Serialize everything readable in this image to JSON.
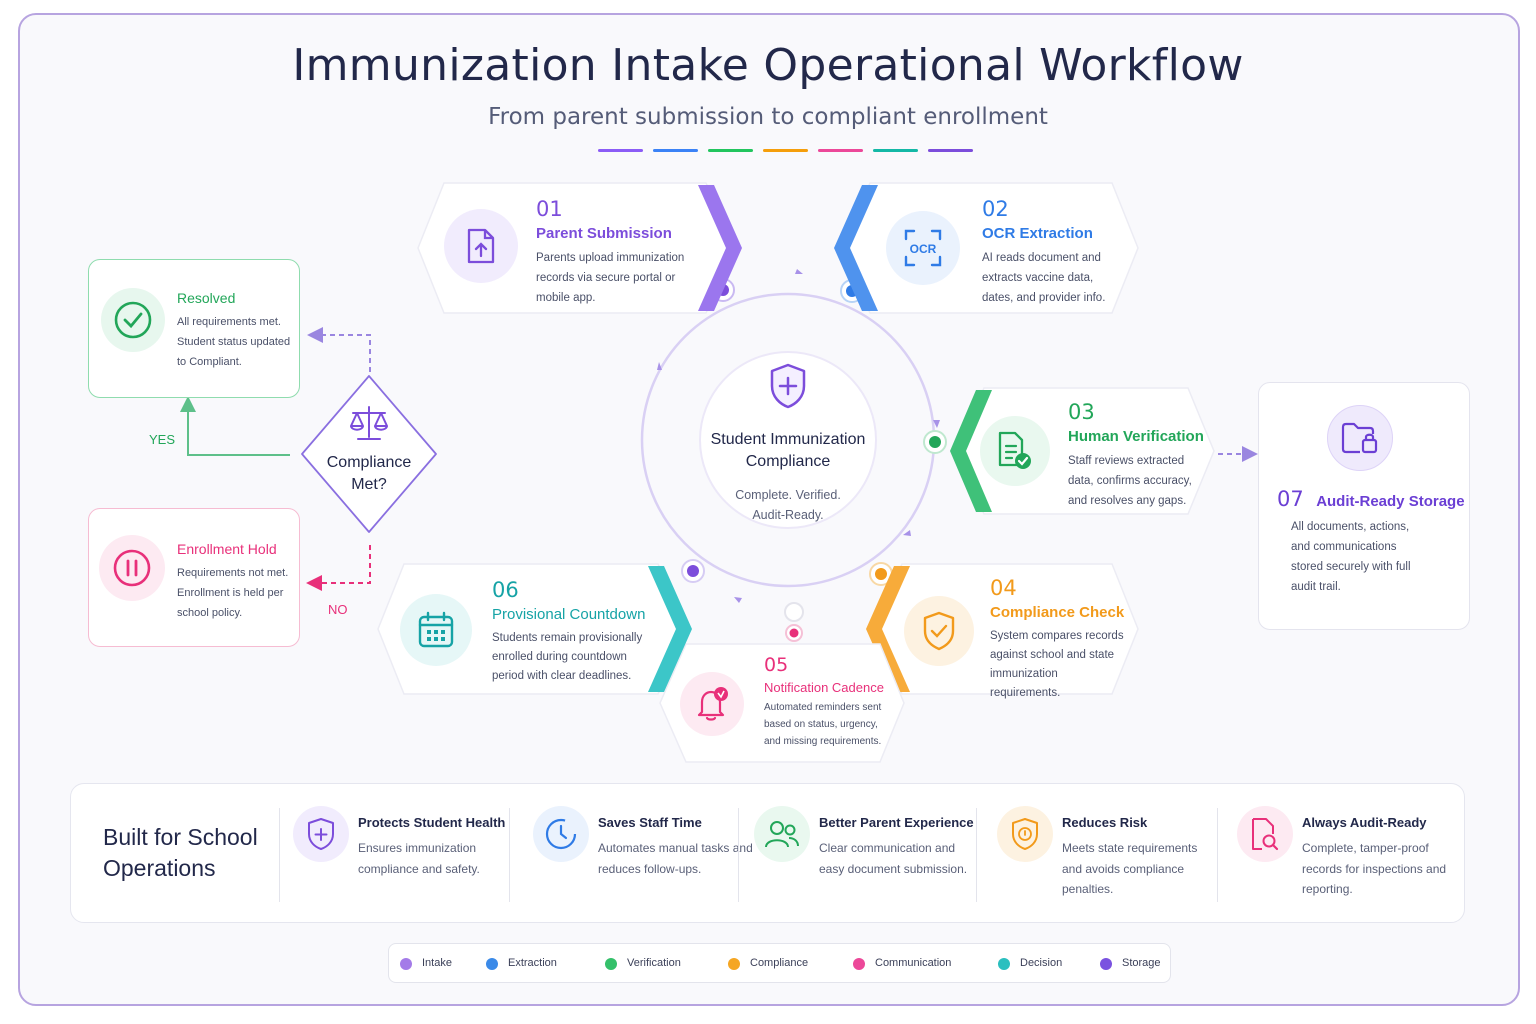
{
  "title": "Immunization Intake Operational Workflow",
  "subtitle": "From parent submission to compliant enrollment",
  "accent_colors": [
    "#8b5cf6",
    "#3b82f6",
    "#22c55e",
    "#f59e0b",
    "#ec4899",
    "#14b8a6",
    "#7c4ddb"
  ],
  "center": {
    "title": "Student Immunization Compliance",
    "desc": "Complete. Verified. Audit-Ready.",
    "icon": "shield-plus-icon"
  },
  "steps": [
    {
      "num": "01",
      "title": "Parent Submission",
      "desc": "Parents upload immunization records via secure portal or mobile app.",
      "icon": "upload-file-icon",
      "color": "#7c4ddb"
    },
    {
      "num": "02",
      "title": "OCR Extraction",
      "desc": "AI reads document and extracts vaccine data, dates, and provider info.",
      "icon": "ocr-scan-icon",
      "icon_text": "OCR",
      "color": "#2f7be6"
    },
    {
      "num": "03",
      "title": "Human Verification",
      "desc": "Staff reviews extracted data, confirms accuracy, and resolves any gaps.",
      "icon": "verified-document-icon",
      "color": "#22a659"
    },
    {
      "num": "04",
      "title": "Compliance Check",
      "desc": "System compares records against school and state immunization requirements.",
      "icon": "shield-check-icon",
      "color": "#f29a1b"
    },
    {
      "num": "05",
      "title": "Notification Cadence",
      "desc": "Automated reminders sent based on status, urgency, and missing requirements.",
      "icon": "bell-alert-icon",
      "color": "#e8307a"
    },
    {
      "num": "06",
      "title": "Provisional Countdown",
      "desc": "Students remain provisionally enrolled during countdown period with clear deadlines.",
      "icon": "calendar-icon",
      "color": "#16a3a6"
    },
    {
      "num": "07",
      "title": "Audit-Ready Storage",
      "desc": "All documents, actions, and communications stored securely with full audit trail.",
      "icon": "locked-folder-icon",
      "color": "#6b3fd4"
    }
  ],
  "decision": {
    "label": "Compliance Met?",
    "icon": "scales-icon",
    "yes_label": "YES",
    "no_label": "NO"
  },
  "resolved": {
    "title": "Resolved",
    "desc": "All requirements met. Student status updated to Compliant.",
    "icon": "check-circle-icon",
    "color": "#22a659"
  },
  "hold": {
    "title": "Enrollment Hold",
    "desc": "Requirements not met. Enrollment is held per school policy.",
    "icon": "pause-circle-icon",
    "color": "#e8307a"
  },
  "benefits": {
    "heading": "Built for School Operations",
    "items": [
      {
        "title": "Protects Student Health",
        "desc": "Ensures immunization compliance and safety.",
        "icon": "shield-plus-icon",
        "color": "#7c4ddb"
      },
      {
        "title": "Saves Staff Time",
        "desc": "Automates manual tasks and reduces follow-ups.",
        "icon": "clock-icon",
        "color": "#2f7be6"
      },
      {
        "title": "Better Parent Experience",
        "desc": "Clear communication and easy document submission.",
        "icon": "users-icon",
        "color": "#22a659"
      },
      {
        "title": "Reduces Risk",
        "desc": "Meets state requirements and avoids compliance penalties.",
        "icon": "shield-alert-icon",
        "color": "#f29a1b"
      },
      {
        "title": "Always Audit-Ready",
        "desc": "Complete, tamper-proof records for inspections and reporting.",
        "icon": "document-search-icon",
        "color": "#e8307a"
      }
    ]
  },
  "legend": [
    {
      "label": "Intake",
      "color": "#a47be8"
    },
    {
      "label": "Extraction",
      "color": "#3b8ae8"
    },
    {
      "label": "Verification",
      "color": "#34c06a"
    },
    {
      "label": "Compliance",
      "color": "#f5a623"
    },
    {
      "label": "Communication",
      "color": "#ec4899"
    },
    {
      "label": "Decision",
      "color": "#2bbfbf"
    },
    {
      "label": "Storage",
      "color": "#7a52e0"
    }
  ]
}
